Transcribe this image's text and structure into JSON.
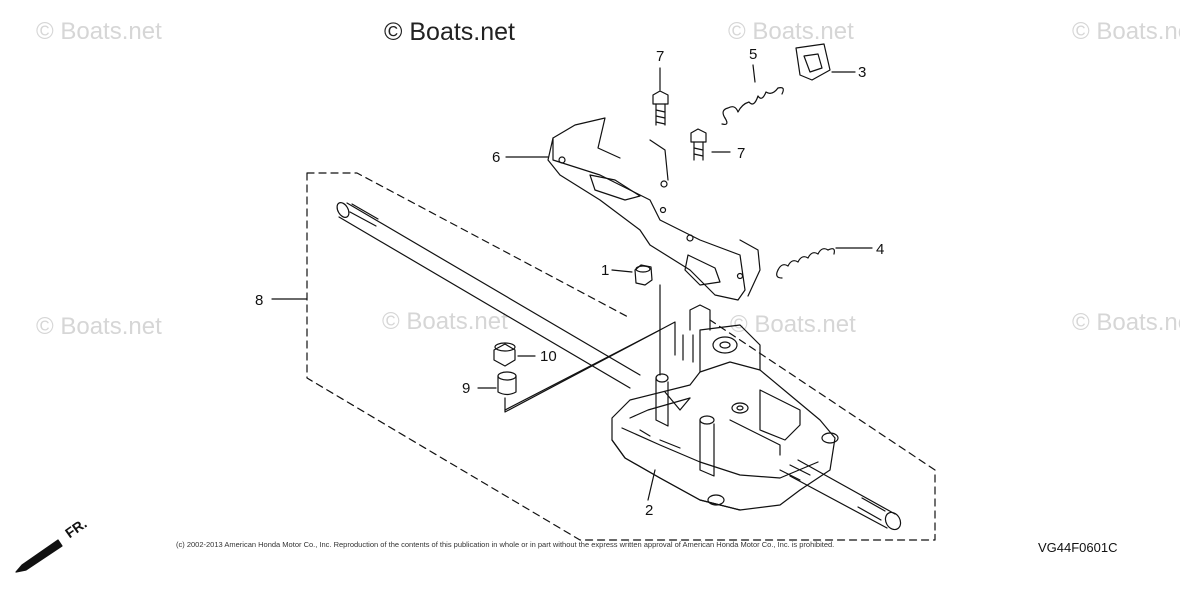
{
  "watermarks": [
    "© Boats.net",
    "© Boats.net",
    "© Boats.net",
    "© Boats.net",
    "© Boats.net",
    "© Boats.net",
    "© Boats.net"
  ],
  "brand": "© Boats.net",
  "part_numbers": {
    "p1": "1",
    "p2": "2",
    "p3": "3",
    "p4": "4",
    "p5": "5",
    "p6": "6",
    "p7a": "7",
    "p7b": "7",
    "p8": "8",
    "p9": "9",
    "p10": "10"
  },
  "front_label": "FR.",
  "copyright": "(c) 2002-2013 American Honda Motor Co., Inc. Reproduction of the contents of this publication in whole or in part without the express written approval of American Honda Motor Co., Inc. is prohibited.",
  "diagram_code": "VG44F0601C",
  "colors": {
    "line": "#111111",
    "watermark": "#d6d6d6"
  }
}
